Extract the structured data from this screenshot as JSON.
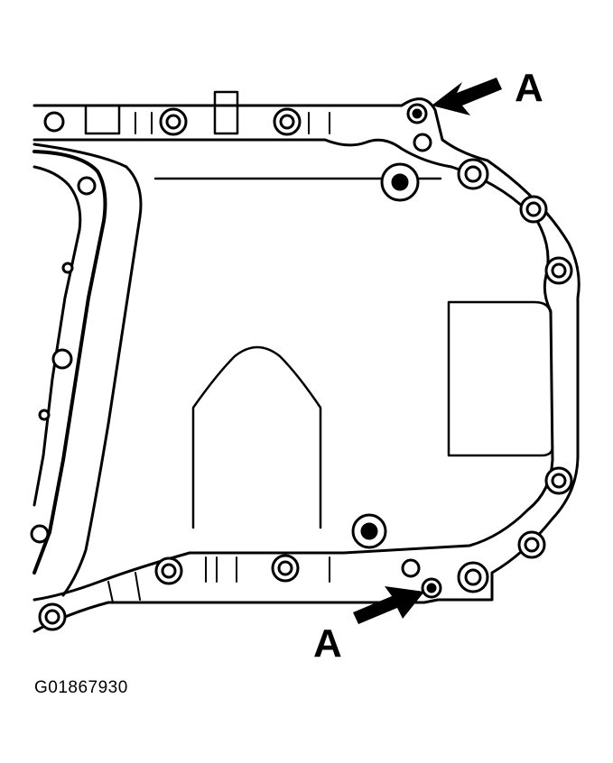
{
  "diagram": {
    "callouts": [
      {
        "id": "upper",
        "label": "A"
      },
      {
        "id": "lower",
        "label": "A"
      }
    ],
    "figure_code": "G01867930"
  },
  "colors": {
    "line": "#000000",
    "background": "#ffffff"
  }
}
